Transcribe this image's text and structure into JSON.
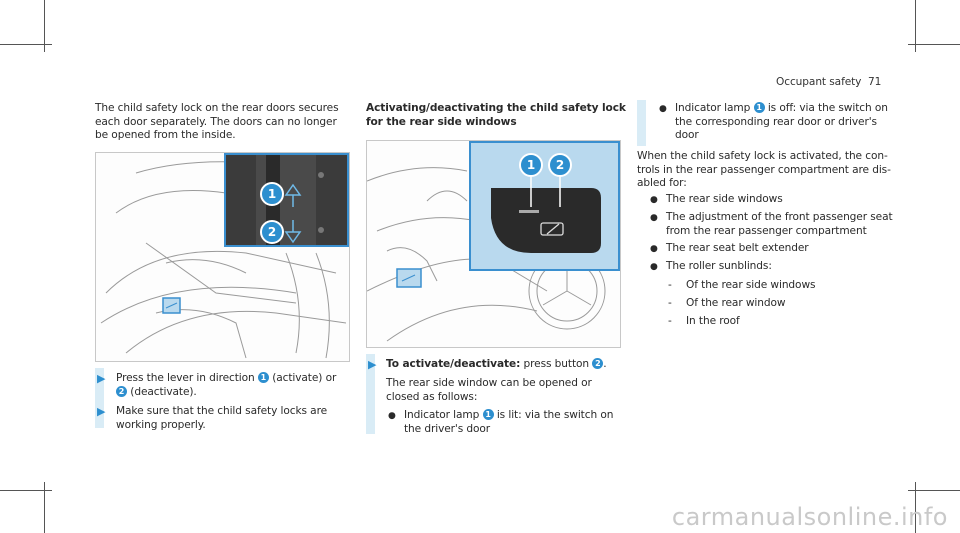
{
  "header": {
    "section": "Occupant safety",
    "page_number": "71"
  },
  "col1": {
    "intro": [
      "The child safety lock on the rear doors secures",
      "each door separately. The doors can no longer",
      "be opened from the inside."
    ],
    "step1": {
      "line1_a": "Press the lever in direction",
      "n1": "1",
      "line1_b": "(activate) or",
      "n2": "2",
      "line2": "(deactivate)."
    },
    "step2": [
      "Make sure that the child safety locks are",
      "working properly."
    ],
    "figure": {
      "callouts": [
        "1",
        "2"
      ]
    }
  },
  "col2": {
    "heading": [
      "Activating/deactivating the child safety lock",
      "for the rear side windows"
    ],
    "figure": {
      "callouts": [
        "1",
        "2"
      ]
    },
    "step": {
      "label": "To activate/deactivate:",
      "text_a": "press button",
      "n": "2",
      "text_b": "."
    },
    "para": [
      "The rear side window can be opened or",
      "closed as follows:"
    ],
    "bullet": {
      "a": "Indicator lamp",
      "n": "1",
      "b": "is lit: via the switch on",
      "line2": "the driver's door"
    }
  },
  "col3": {
    "bullet1": {
      "a": "Indicator lamp",
      "n": "1",
      "b": "is off: via the switch on",
      "line2": "the corresponding rear door or driver's",
      "line3": "door"
    },
    "para": [
      "When the child safety lock is activated, the con-",
      "trols in the rear passenger compartment are dis-",
      "abled for:"
    ],
    "bullets": [
      [
        "The rear side windows"
      ],
      [
        "The adjustment of the front passenger seat",
        "from the rear passenger compartment"
      ],
      [
        "The rear seat belt extender"
      ],
      [
        "The roller sunblinds:"
      ]
    ],
    "sub_bullets": [
      "Of the rear side windows",
      "Of the rear window",
      "In the roof"
    ]
  },
  "watermark": "carmanualsonline.info",
  "colors": {
    "accent": "#2d8fcf",
    "highlight": "#d9ecf6",
    "inset": "#b9d9ee"
  }
}
